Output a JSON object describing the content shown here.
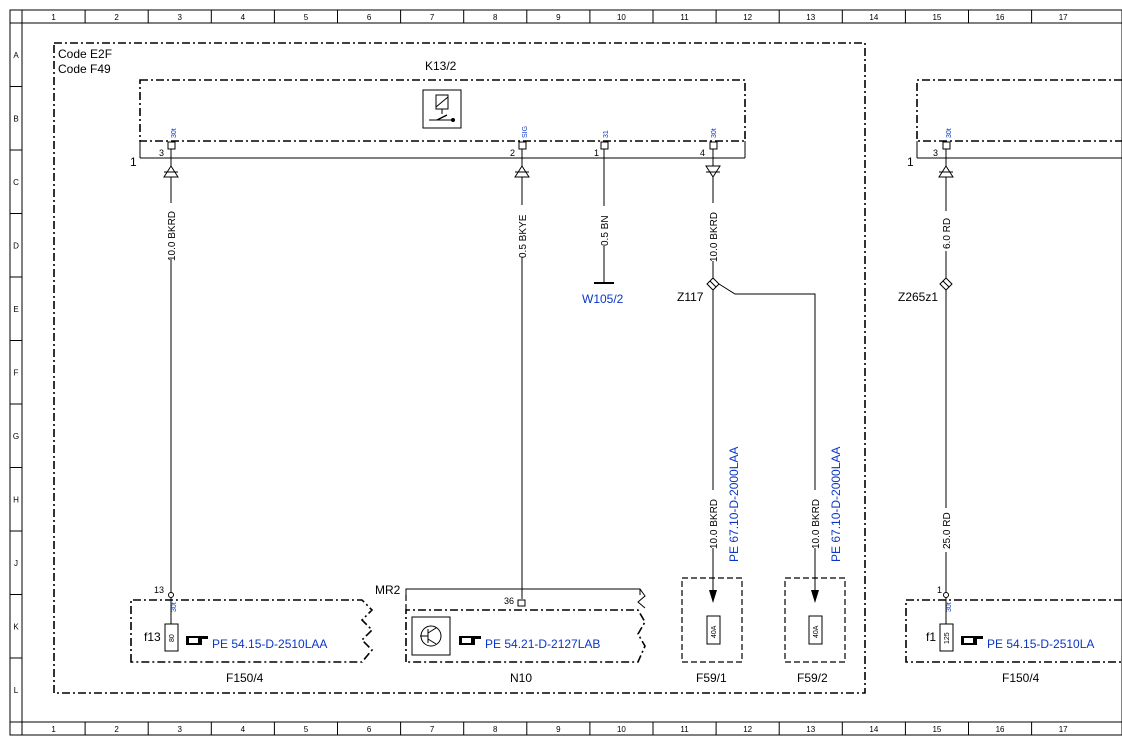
{
  "grid": {
    "columns": [
      "1",
      "2",
      "3",
      "4",
      "5",
      "6",
      "7",
      "8",
      "9",
      "10",
      "11",
      "12",
      "13",
      "14",
      "15",
      "16",
      "17"
    ],
    "rows": [
      "A",
      "B",
      "C",
      "D",
      "E",
      "F",
      "G",
      "H",
      "J",
      "K",
      "L"
    ]
  },
  "codes": {
    "line1": "Code E2F",
    "line2": "Code F49"
  },
  "relay": {
    "name": "K13/2",
    "ref": "1"
  },
  "pins": [
    {
      "num": "3",
      "sig": "30t"
    },
    {
      "num": "2",
      "sig": "SIG"
    },
    {
      "num": "1",
      "sig": "31"
    },
    {
      "num": "4",
      "sig": "30t"
    }
  ],
  "wires": {
    "w1": "10.0 BKRD",
    "w2": "0.5 BKYE",
    "w3": "0.5 BN",
    "w4": "10.0 BKRD",
    "w5": "10.0 BKRD",
    "w6": "10.0 BKRD",
    "w7": "6.0 RD",
    "w8": "25.0 RD"
  },
  "ground": "W105/2",
  "splices": {
    "z1": "Z117",
    "z2": "Z265z1"
  },
  "fusebox_left": {
    "name": "F150/4",
    "pin": "13",
    "sig": "30t",
    "fuse_label": "f13",
    "fuse_value": "80",
    "ref": "PE 54.15-D-2510LAA"
  },
  "n10": {
    "name": "N10",
    "mr": "MR2",
    "pin": "36",
    "ref": "PE 54.21-D-2127LAB"
  },
  "f59_1": {
    "name": "F59/1",
    "value": "40A",
    "ref": "PE 67.10-D-2000LAA"
  },
  "f59_2": {
    "name": "F59/2",
    "value": "40A",
    "ref": "PE 67.10-D-2000LAA"
  },
  "right_relay": {
    "ref": "1",
    "pin": "3",
    "sig": "30t"
  },
  "fusebox_right": {
    "name": "F150/4",
    "pin": "1",
    "sig": "30t",
    "fuse_label": "f1",
    "fuse_value": "125",
    "ref": "PE 54.15-D-2510LA"
  }
}
